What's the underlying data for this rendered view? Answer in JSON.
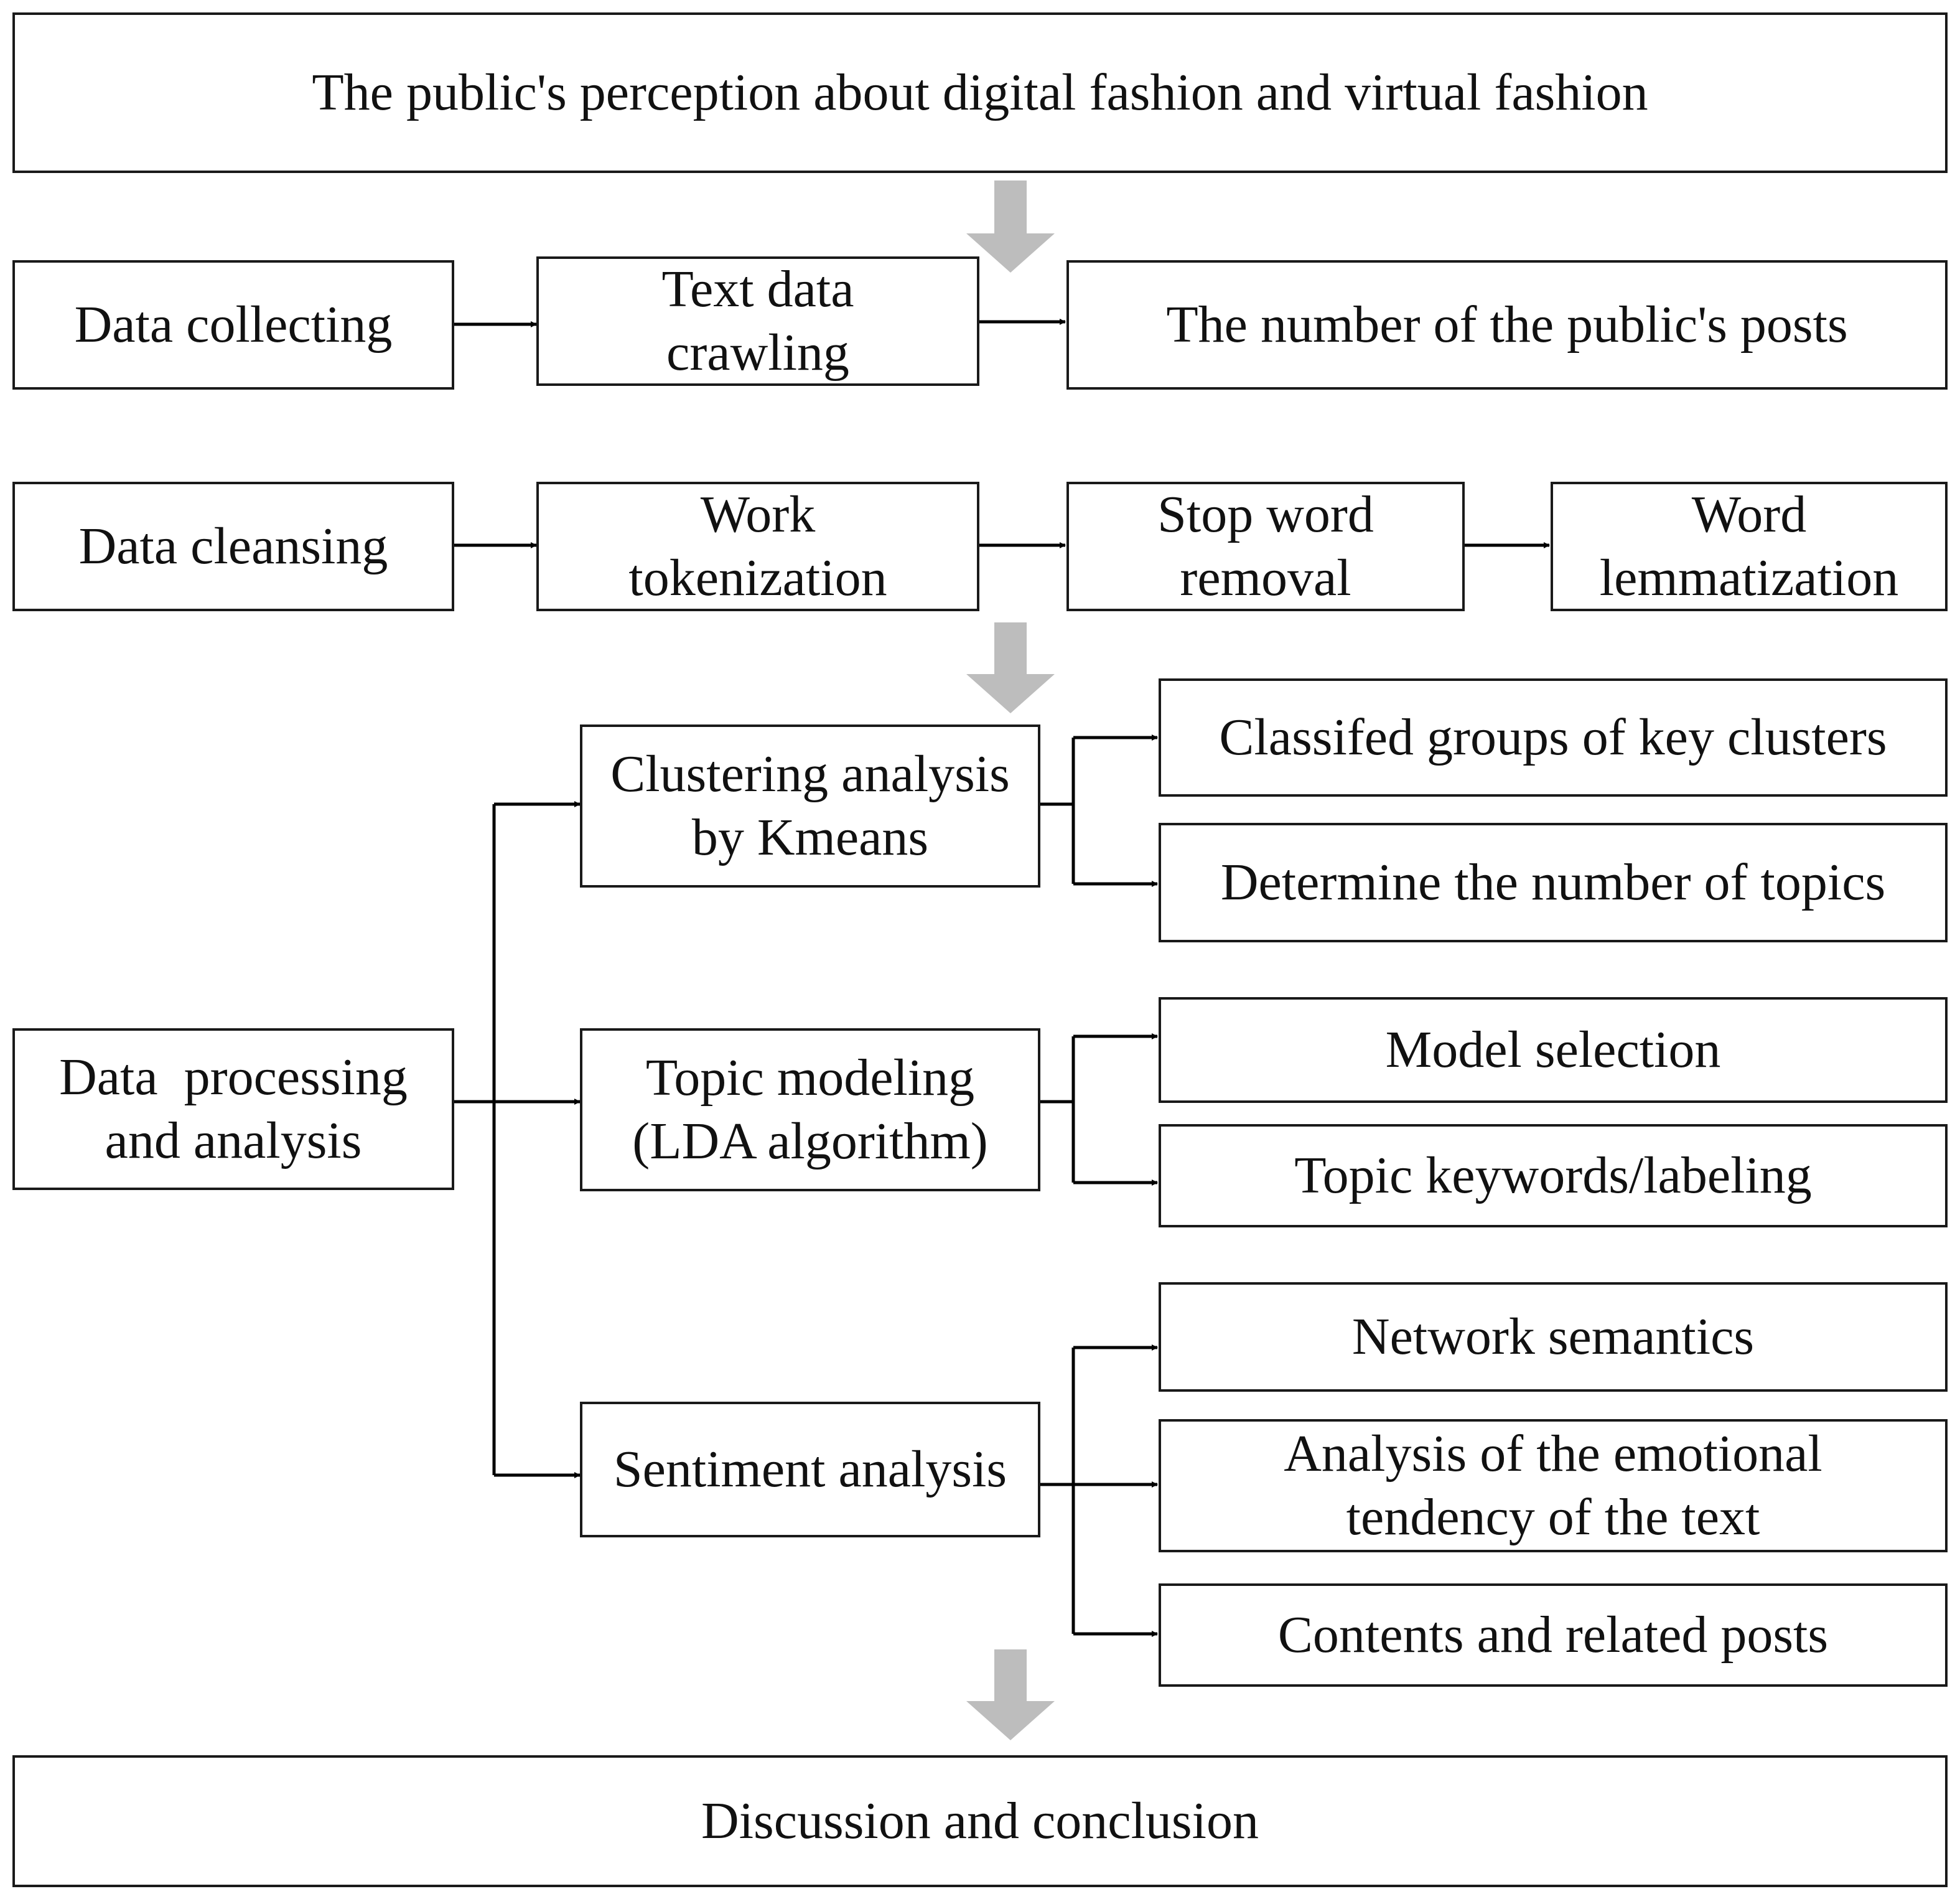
{
  "header": {
    "title": "The public's perception about digital fashion and virtual fashion"
  },
  "collecting": {
    "label": "Data collecting",
    "crawling": [
      "Text data",
      "crawling"
    ],
    "result": "The number of the public's posts"
  },
  "cleansing": {
    "label": "Data cleansing",
    "tokenization": [
      "Work",
      "tokenization"
    ],
    "stopword": [
      "Stop word",
      "removal"
    ],
    "lemmatization": [
      "Word",
      "lemmatization"
    ]
  },
  "processing": {
    "label": [
      "Data  processing",
      "and analysis"
    ],
    "clustering": {
      "label": [
        "Clustering analysis",
        "by Kmeans"
      ],
      "outputs": [
        "Classifed groups of key clusters",
        "Determine the number of topics"
      ]
    },
    "topic": {
      "label": [
        "Topic modeling",
        "(LDA algorithm)"
      ],
      "outputs": [
        "Model selection",
        "Topic keywords/labeling"
      ]
    },
    "sentiment": {
      "label": "Sentiment analysis",
      "outputs": [
        "Network semantics",
        [
          "Analysis of the emotional",
          "tendency of the text"
        ],
        "Contents and related posts"
      ]
    }
  },
  "footer": {
    "conclusion": "Discussion and conclusion"
  },
  "colors": {
    "line": "#000000",
    "border": "#1a1a1a",
    "flow_arrow": "#bdbdbd"
  }
}
